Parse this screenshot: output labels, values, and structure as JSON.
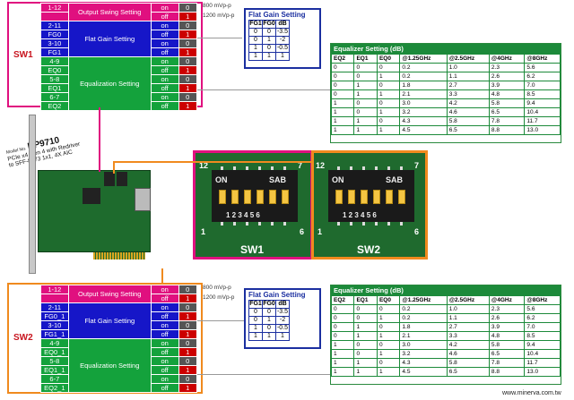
{
  "colors": {
    "pink": "#e0107f",
    "blue": "#1616c8",
    "green": "#14a23c",
    "pins": "#c00",
    "orange": "#f08a1e",
    "flat_gain_border": "#1b2fa0",
    "eq_green": "#1c8a3a"
  },
  "sw1": {
    "label": "SW1",
    "rows": [
      {
        "pins": "1-12",
        "setting": "Output Swing Setting",
        "state": "on",
        "val": "0"
      },
      {
        "pins": "",
        "setting": "",
        "state": "off",
        "val": "1"
      },
      {
        "pins": "2-11",
        "setting": "Flat Gain Setting",
        "state": "on",
        "val": "0"
      },
      {
        "pins": "FG0",
        "setting": "",
        "state": "off",
        "val": "1"
      },
      {
        "pins": "3-10",
        "setting": "",
        "state": "on",
        "val": "0"
      },
      {
        "pins": "FG1",
        "setting": "",
        "state": "off",
        "val": "1"
      },
      {
        "pins": "4-9",
        "setting": "Equalization Setting",
        "state": "on",
        "val": "0"
      },
      {
        "pins": "EQ0",
        "setting": "",
        "state": "off",
        "val": "1"
      },
      {
        "pins": "5-8",
        "setting": "",
        "state": "on",
        "val": "0"
      },
      {
        "pins": "EQ1",
        "setting": "",
        "state": "off",
        "val": "1"
      },
      {
        "pins": "6-7",
        "setting": "",
        "state": "on",
        "val": "0"
      },
      {
        "pins": "EQ2",
        "setting": "",
        "state": "off",
        "val": "1"
      }
    ],
    "swing": [
      "800 mVp-p",
      "1200 mVp-p"
    ]
  },
  "sw2": {
    "label": "SW2",
    "rows": [
      {
        "pins": "1-12",
        "setting": "Output Swing Setting",
        "state": "on",
        "val": "0"
      },
      {
        "pins": "",
        "setting": "",
        "state": "off",
        "val": "1"
      },
      {
        "pins": "2-11",
        "setting": "Flat Gain Setting",
        "state": "on",
        "val": "0"
      },
      {
        "pins": "FG0_1",
        "setting": "",
        "state": "off",
        "val": "1"
      },
      {
        "pins": "3-10",
        "setting": "",
        "state": "on",
        "val": "0"
      },
      {
        "pins": "FG1_1",
        "setting": "",
        "state": "off",
        "val": "1"
      },
      {
        "pins": "4-9",
        "setting": "Equalization Setting",
        "state": "on",
        "val": "0"
      },
      {
        "pins": "EQ0_1",
        "setting": "",
        "state": "off",
        "val": "1"
      },
      {
        "pins": "5-8",
        "setting": "",
        "state": "on",
        "val": "0"
      },
      {
        "pins": "EQ1_1",
        "setting": "",
        "state": "off",
        "val": "1"
      },
      {
        "pins": "6-7",
        "setting": "",
        "state": "on",
        "val": "0"
      },
      {
        "pins": "EQ2_1",
        "setting": "",
        "state": "off",
        "val": "1"
      }
    ],
    "swing": [
      "800 mVp-p",
      "1200 mVp-p"
    ]
  },
  "flat_gain": {
    "title": "Flat Gain Setting",
    "headers": [
      "FG1",
      "FG0",
      "dB"
    ],
    "rows": [
      [
        "0",
        "0",
        "-3.5"
      ],
      [
        "0",
        "1",
        "-2"
      ],
      [
        "1",
        "0",
        "-0.5"
      ],
      [
        "1",
        "1",
        "1"
      ]
    ]
  },
  "equalizer": {
    "title": "Equalizer Setting (dB)",
    "headers": [
      "EQ2",
      "EQ1",
      "EQ0",
      "@1.25GHz",
      "@2.5GHz",
      "@4GHz",
      "@8GHz"
    ],
    "rows": [
      [
        "0",
        "0",
        "0",
        "0.2",
        "1.0",
        "2.3",
        "5.6"
      ],
      [
        "0",
        "0",
        "1",
        "0.2",
        "1.1",
        "2.6",
        "6.2"
      ],
      [
        "0",
        "1",
        "0",
        "1.8",
        "2.7",
        "3.9",
        "7.0"
      ],
      [
        "0",
        "1",
        "1",
        "2.1",
        "3.3",
        "4.8",
        "8.5"
      ],
      [
        "1",
        "0",
        "0",
        "3.0",
        "4.2",
        "5.8",
        "9.4"
      ],
      [
        "1",
        "0",
        "1",
        "3.2",
        "4.6",
        "6.5",
        "10.4"
      ],
      [
        "1",
        "1",
        "0",
        "4.3",
        "5.8",
        "7.8",
        "11.7"
      ],
      [
        "1",
        "1",
        "1",
        "4.5",
        "6.5",
        "8.8",
        "13.0"
      ]
    ]
  },
  "card": {
    "model_prefix": "Model No.",
    "model": "DP9710",
    "desc1": "PCIe x4 Gen 4 with Redriver",
    "desc2": "to SFF-8673 1x1, 4X AIC"
  },
  "dip_sw1": {
    "top": "12",
    "top_right": "7",
    "on": "ON",
    "brand": "SAB",
    "digits": "1 2 3 4 5 6",
    "bottom_left": "1",
    "bottom_right": "6",
    "name": "SW1"
  },
  "dip_sw2": {
    "top": "12",
    "top_right": "7",
    "on": "ON",
    "brand": "SAB",
    "digits": "1 2 3 4 5 6",
    "bottom_left": "1",
    "bottom_right": "6",
    "name": "SW2"
  },
  "website": "www.minerva.com.tw"
}
